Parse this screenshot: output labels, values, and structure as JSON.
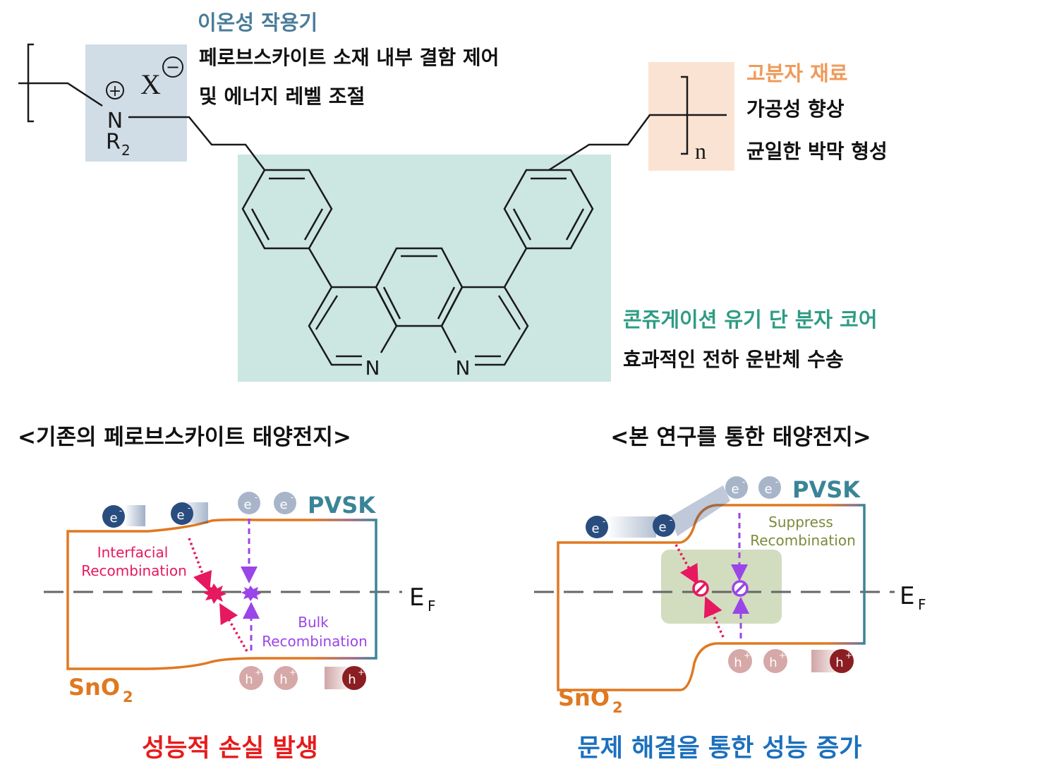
{
  "structure": {
    "ionic": {
      "title": "이온성 작용기",
      "line1": "페로브스카이트 소재 내부 결함 제어",
      "line2": "및 에너지 레벨 조절",
      "n_label": "N",
      "r2_label": "R",
      "r2_sub": "2",
      "x_label": "X",
      "plus": "+",
      "minus": "−"
    },
    "polymer": {
      "title": "고분자 재료",
      "line1": "가공성 향상",
      "line2": "균일한 박막 형성",
      "n_label": "n"
    },
    "core": {
      "title": "콘쥬게이션 유기 단 분자 코어",
      "line1": "효과적인 전하 운반체 수송",
      "n1": "N",
      "n2": "N"
    }
  },
  "panels": {
    "left": {
      "heading": "<기존의 페로브스카이트 태양전지>",
      "pvsk": "PVSK",
      "sno2": "SnO",
      "sno2_sub": "2",
      "ef": "E",
      "ef_sub": "F",
      "electron": "e",
      "hole": "h",
      "interfacial1": "Interfacial",
      "interfacial2": "Recombination",
      "bulk1": "Bulk",
      "bulk2": "Recombination",
      "result": "성능적 손실 발생"
    },
    "right": {
      "heading": "<본 연구를 통한 태양전지>",
      "pvsk": "PVSK",
      "sno2": "SnO",
      "sno2_sub": "2",
      "ef": "E",
      "ef_sub": "F",
      "electron": "e",
      "hole": "h",
      "suppress1": "Suppress",
      "suppress2": "Recombination",
      "result": "문제 해결을 통한 성능 증가"
    }
  },
  "colors": {
    "ionic_box": "#d0dde6",
    "core_box": "#cce6e1",
    "polymer_box": "#fbe3d3",
    "ionic_title": "#4a7d9a",
    "core_title": "#2e9c84",
    "polymer_title": "#ef9a5a",
    "sno2": "#e07820",
    "pvsk": "#3a8498",
    "interfacial": "#e6185f",
    "bulk": "#9a45e8",
    "suppress": "#7b8b3a",
    "electron": "#2a4d80",
    "hole_dark": "#8b1e22",
    "result_left": "#e61b1b",
    "result_right": "#1b70bd"
  }
}
